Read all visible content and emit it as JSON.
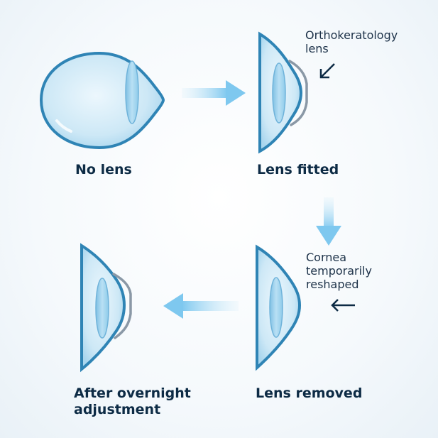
{
  "panels": {
    "no_lens": {
      "caption": "No lens"
    },
    "lens_fitted": {
      "caption": "Lens fitted",
      "callout_line1": "Orthokeratology",
      "callout_line2": "lens"
    },
    "lens_removed": {
      "caption": "Lens removed",
      "callout_line1": "Cornea",
      "callout_line2": "temporarily",
      "callout_line3": "reshaped"
    },
    "after_overnight": {
      "caption_line1": "After overnight",
      "caption_line2": "adjustment"
    }
  },
  "icons": [
    "eye-full-icon",
    "eye-with-lens-icon",
    "eye-reshaped-icon",
    "eye-adjusted-icon",
    "flow-arrow-right",
    "flow-arrow-down",
    "flow-arrow-left",
    "pointer-arrow-icon"
  ],
  "colors": {
    "eye_outline": "#2f84b5",
    "eye_fill": "#d4ecf7",
    "lens": "#8a98a6",
    "flow_arrow": "#8fd0f0",
    "caption_text": "#0d2b45"
  }
}
